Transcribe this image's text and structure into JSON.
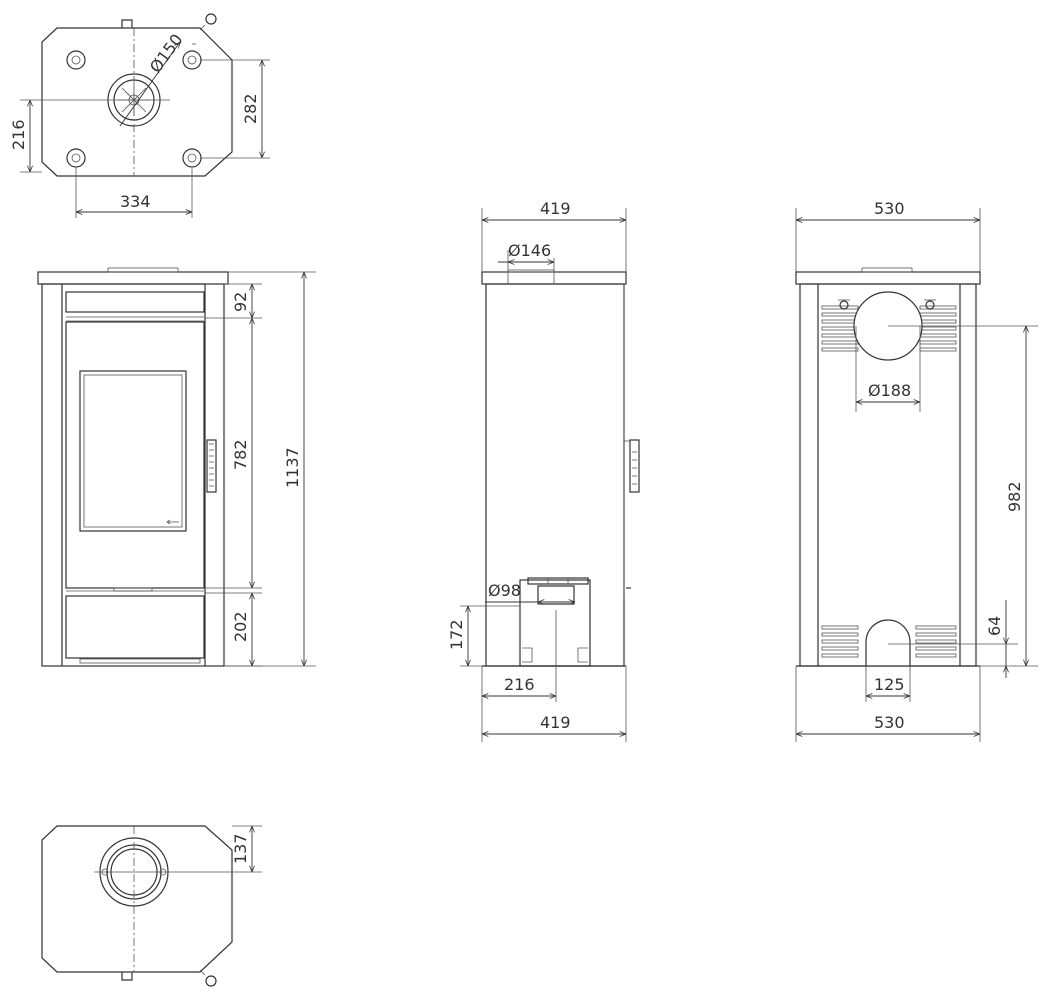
{
  "colors": {
    "line": "#333333",
    "background": "#ffffff"
  },
  "dimensions": {
    "top_flue_diameter": "Ø150",
    "top_depth_216": "216",
    "top_depth_282": "282",
    "top_width_334": "334",
    "front_92": "92",
    "front_782": "782",
    "front_202": "202",
    "front_height_1137": "1137",
    "side_top_419": "419",
    "side_diam_146": "Ø146",
    "side_diam_98": "Ø98",
    "side_172": "172",
    "side_216": "216",
    "side_bottom_419": "419",
    "back_top_530": "530",
    "back_diam_188": "Ø188",
    "back_982": "982",
    "back_64": "64",
    "back_125": "125",
    "back_bottom_530": "530",
    "bottom_137": "137"
  }
}
